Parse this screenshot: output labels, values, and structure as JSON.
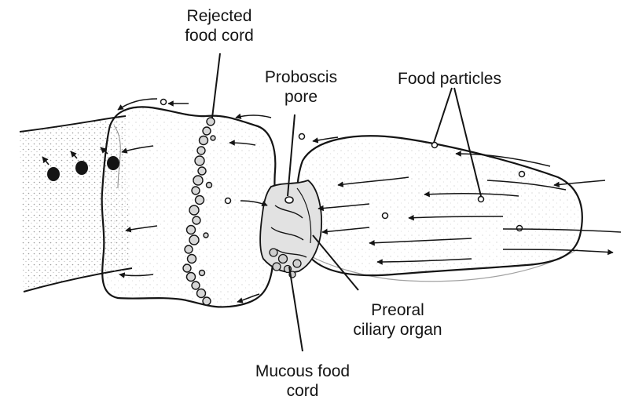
{
  "diagram": {
    "labels": {
      "rejected_food_cord": [
        "Rejected",
        "food cord"
      ],
      "proboscis_pore": [
        "Proboscis",
        "pore"
      ],
      "food_particles": "Food particles",
      "preoral_ciliary_organ": [
        "Preoral",
        "ciliary organ"
      ],
      "mucous_food_cord": [
        "Mucous food",
        "cord"
      ]
    },
    "colors": {
      "ink": "#141414",
      "stipple": "#9a9a9a",
      "background": "#ffffff"
    }
  }
}
